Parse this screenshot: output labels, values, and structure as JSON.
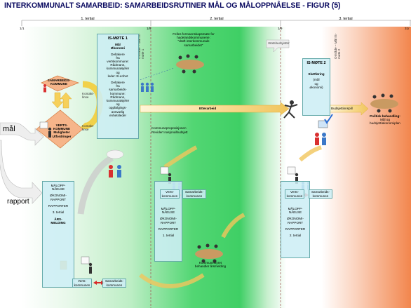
{
  "title": "INTERKOMMUNALT SAMARBEID: SAMARBEIDSRUTINER MÅL OG MÅLOPPNÅELSE  - FIGUR (5)",
  "periods": [
    "1. tertial",
    "2. tertial",
    "3. tertial"
  ],
  "dates": [
    "1/1",
    "1/5",
    "1/9",
    "31/"
  ],
  "vertical_notes": [
    "Område – Mål IS-møte 1",
    "Område – Mål IS-møte 2"
  ],
  "left": {
    "samarbeids": [
      "SAMARBEIDS-",
      "KOMMUNE"
    ],
    "verts": [
      "VERTS-",
      "KOMMUNE",
      "Muligheter",
      "Utfordringer"
    ],
    "kontakt1": "Kontakt-linse",
    "kontakt2": "Kontakt-linse",
    "mal": "mål",
    "rapport": "rapport"
  },
  "is_mote1": {
    "title": "IS-MØTE 1",
    "subtitle": [
      "Mål",
      "Økonomi"
    ],
    "deltakere_verts": [
      "Deltakere",
      "fra",
      "vertskommune:",
      "Rådmann,",
      "kommunalsjefer",
      "og",
      "leder IS-enhet"
    ],
    "deltakere_samarb": [
      "Deltakere",
      "fra",
      "samarbeids-",
      "kommune:",
      "Rådmann,",
      "kommunalsjefer",
      "og",
      "oppfølgings-",
      "ansvarlig",
      "enhetsleder"
    ]
  },
  "formannskap": [
    "Felles formannskapsmøte for",
    "hadelandskommunene:",
    "\"drøft interkommunale",
    "samarbeidet\""
  ],
  "etterarbeid": "Etterarbeid",
  "kommunepropos": [
    "Kommuneproposisjonen",
    "Revidert nasjonalbudsjett"
  ],
  "statsbudsjett": "Statsbudsjettet",
  "is_mote2": {
    "title": "IS-MØTE 2",
    "sub": "Sluttføring",
    "detail": [
      "(mål",
      "og",
      "økonomi)"
    ]
  },
  "budsjettinnspill": "Budsjettinnspill",
  "politisk": [
    "Politisk behandling:",
    "Mål og",
    "budsjett/økonomiplan"
  ],
  "report_left": {
    "lines": [
      "MÅLOPP-",
      "NÅELSE",
      "",
      "ØKONOMI-",
      "RAPPORT",
      "",
      "RAPPORTER",
      "",
      "3. tertial",
      "",
      "ÅRS-",
      "MELDING"
    ]
  },
  "report_mid": {
    "lines": [
      "MÅLOPP-",
      "NÅELSE",
      "",
      "ØKONOMI-",
      "RAPPORT",
      "",
      "RAPPORTER",
      "",
      "1. tertial"
    ]
  },
  "report_right": {
    "lines": [
      "MÅLOPP-",
      "NÅELSE",
      "",
      "ØKONOMI-",
      "RAPPORT",
      "",
      "RAPPORTER",
      "",
      "2. tertial"
    ]
  },
  "labels": {
    "verts": [
      "Verts-",
      "kommunen"
    ],
    "samarb": [
      "Samarbeids-",
      "kommunen"
    ]
  },
  "kommunestyret": [
    "Kommunestyret",
    "behandler årsmelding"
  ],
  "colors": {
    "green": "#2fcf5a",
    "orange": "#f08a50",
    "title": "#0a0a60",
    "arrow": "#f0c05a"
  }
}
